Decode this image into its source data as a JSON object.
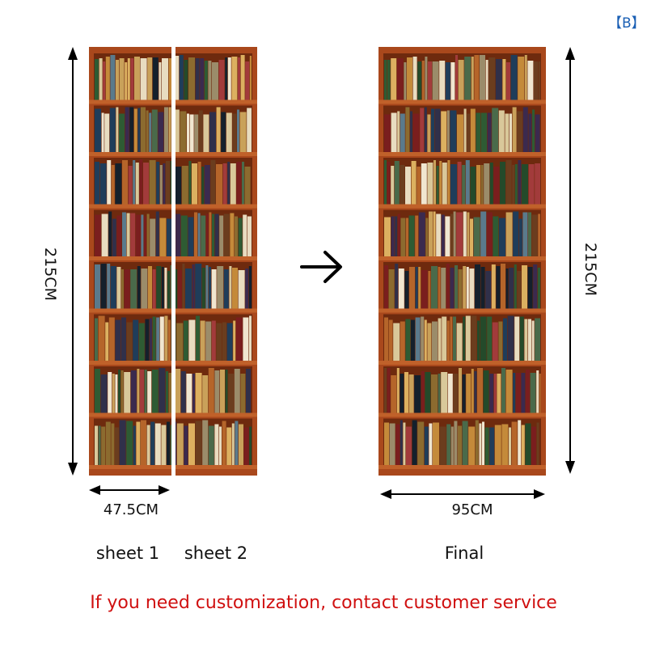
{
  "badge": "【B】",
  "dimensions": {
    "height_left": "215CM",
    "height_right": "215CM",
    "sheet_width": "47.5CM",
    "final_width": "95CM"
  },
  "labels": {
    "sheet1": "sheet 1",
    "sheet2": "sheet 2",
    "final": "Final"
  },
  "footer": "If you need customization, contact customer service",
  "colors": {
    "wood": "#a9481c",
    "wood_dark": "#6e2a0e",
    "footer_text": "#d01010",
    "badge_text": "#1a5fb4"
  },
  "icons": {
    "transition": "arrow-right-icon"
  }
}
